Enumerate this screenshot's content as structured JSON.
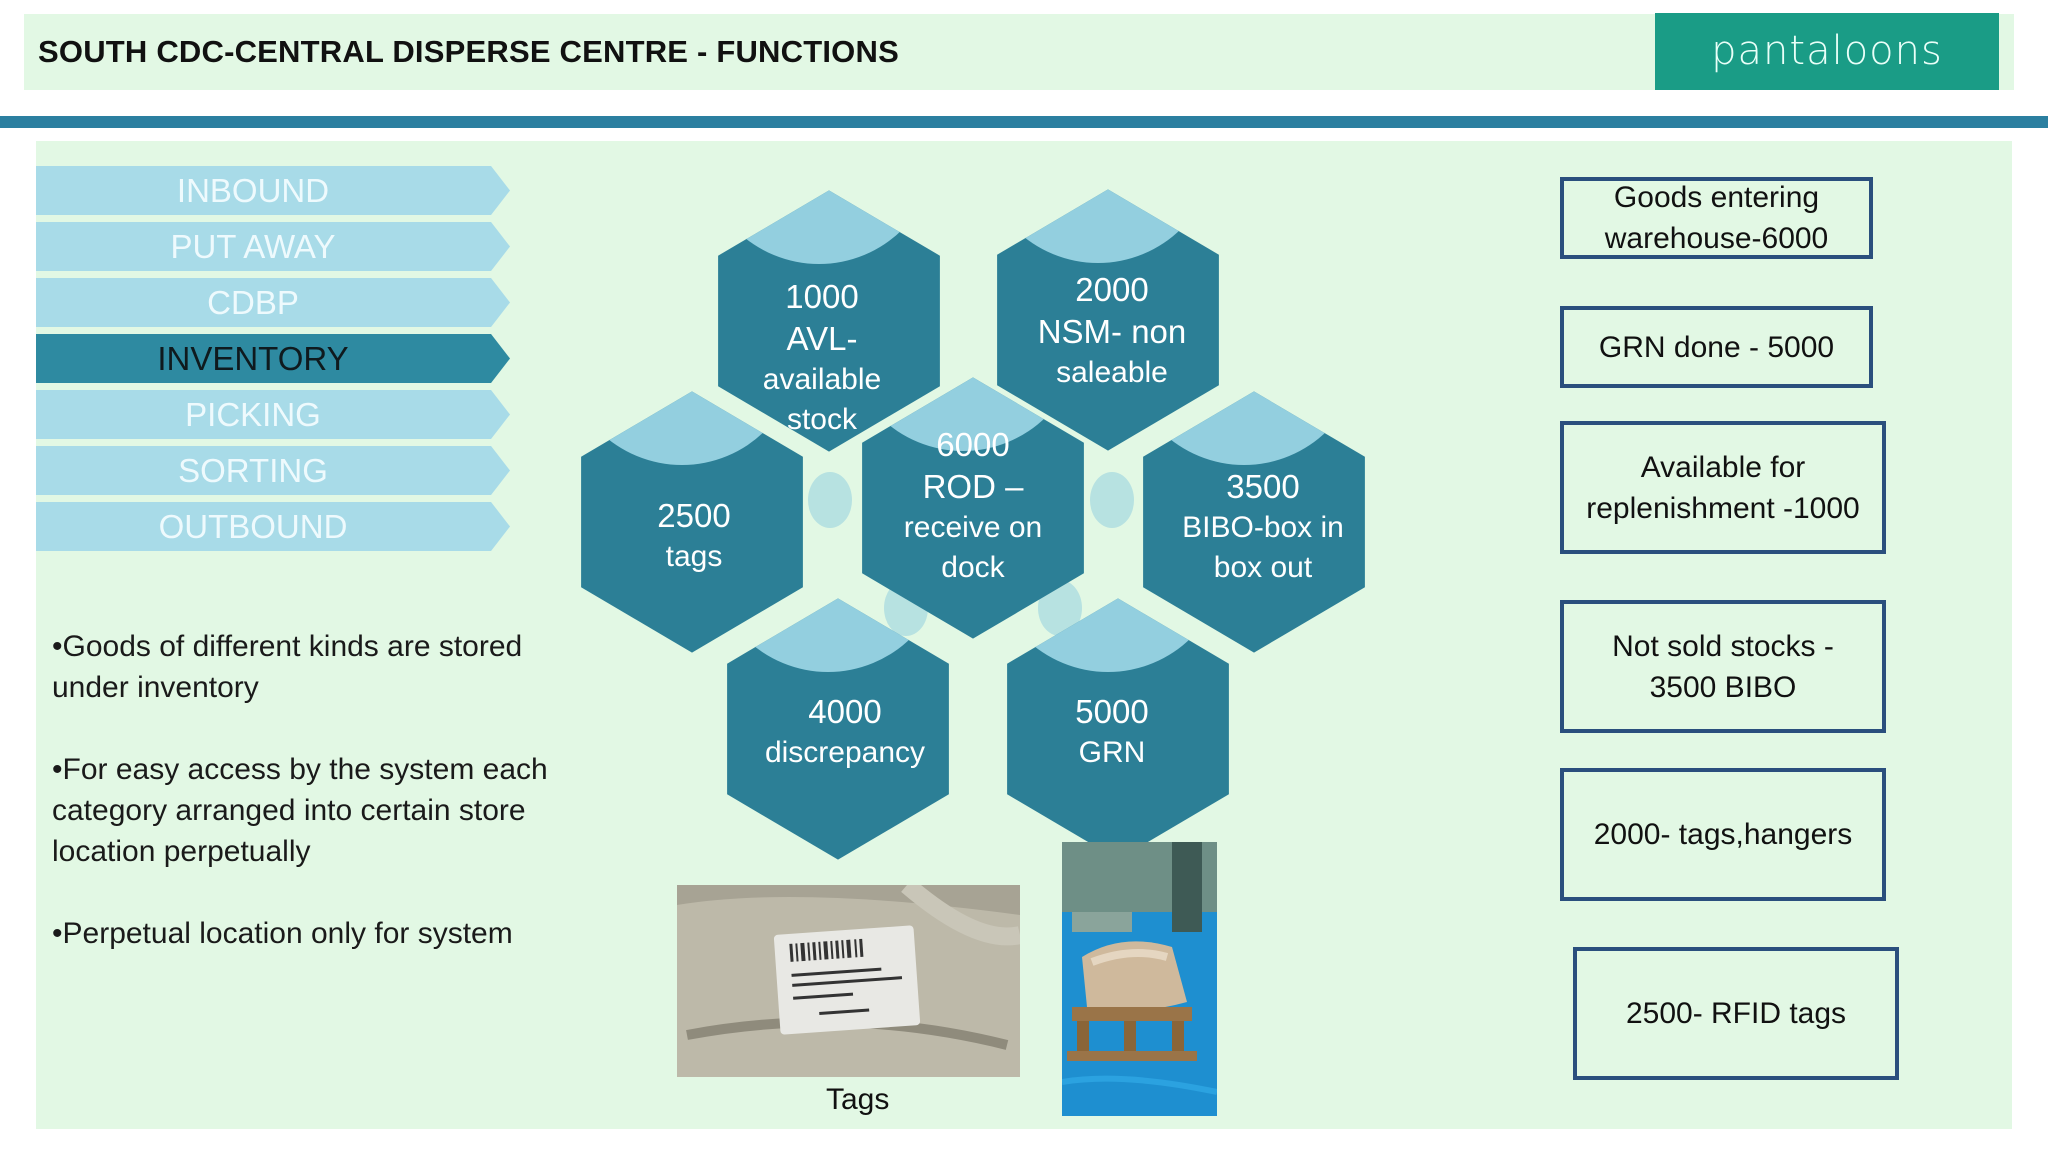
{
  "header": {
    "title": "SOUTH CDC-CENTRAL DISPERSE CENTRE - FUNCTIONS",
    "logo_text": "pantaloons"
  },
  "steps": [
    {
      "label": "INBOUND",
      "active": false
    },
    {
      "label": "PUT AWAY",
      "active": false
    },
    {
      "label": "CDBP",
      "active": false
    },
    {
      "label": "INVENTORY",
      "active": true
    },
    {
      "label": "PICKING",
      "active": false
    },
    {
      "label": "SORTING",
      "active": false
    },
    {
      "label": "OUTBOUND",
      "active": false
    }
  ],
  "bullets": [
    [
      "•Goods of different kinds are stored",
      "under inventory"
    ],
    [
      "•For easy access by the system each",
      "category arranged into  certain store",
      "location perpetually"
    ],
    [
      "•Perpetual  location only for system"
    ]
  ],
  "hexagons": [
    {
      "number": "1000",
      "lines": [
        "AVL-",
        "available",
        "stock"
      ]
    },
    {
      "number": "2000",
      "lines": [
        "NSM- non",
        "saleable"
      ]
    },
    {
      "number": "2500",
      "lines": [
        "tags"
      ]
    },
    {
      "number": "6000",
      "lines": [
        "ROD –",
        "receive on",
        "dock"
      ]
    },
    {
      "number": "3500",
      "lines": [
        "BIBO-box in",
        "box out"
      ]
    },
    {
      "number": "4000",
      "lines": [
        "discrepancy"
      ]
    },
    {
      "number": "5000",
      "lines": [
        "GRN"
      ]
    }
  ],
  "boxes": [
    [
      "Goods entering",
      "warehouse-6000"
    ],
    [
      "GRN done - 5000"
    ],
    [
      "Available for",
      "replenishment -1000"
    ],
    [
      "Not sold stocks -",
      "3500 BIBO"
    ],
    [
      "2000- tags,hangers"
    ],
    [
      "2500- RFID tags"
    ]
  ],
  "photo_caption": "Tags",
  "colors": {
    "panel_bg": "#e2f8e4",
    "hex_fill": "#2c7f96",
    "hex_cap": "#93cfdf",
    "step_idle": "#a8dbe8",
    "step_active": "#2e8aa1",
    "box_border": "#2a4f7d",
    "logo_bg": "#1a9c86"
  }
}
